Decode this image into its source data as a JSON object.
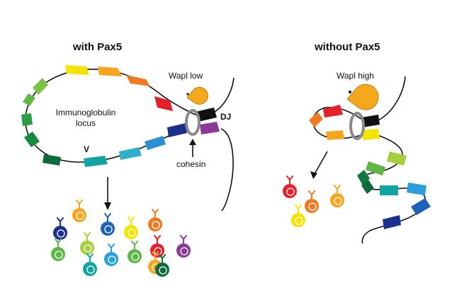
{
  "left_panel": {
    "title": "with Pax5",
    "wapl_label": "Wapl low",
    "locus_label_line1": "Immunoglobulin",
    "locus_label_line2": "locus",
    "v_label": "V",
    "dj_label": "DJ",
    "cohesin_label": "cohesin"
  },
  "right_panel": {
    "title": "without Pax5",
    "wapl_label": "Wapl high"
  },
  "colors": {
    "red": "#e4202a",
    "orange": "#f07a20",
    "light_orange": "#f7a51c",
    "yellow": "#f6e400",
    "lime": "#a5cf3a",
    "green": "#5fb846",
    "dark_green": "#0e7a3f",
    "forest_green": "#0c6b3a",
    "teal": "#12a3a3",
    "sky": "#2a9fdc",
    "blue": "#1c63b8",
    "navy": "#1c2f8f",
    "purple": "#8b3a98",
    "black": "#111111",
    "cohesin_ring": "#8a8a8a",
    "pacman": "#f5a81c"
  }
}
